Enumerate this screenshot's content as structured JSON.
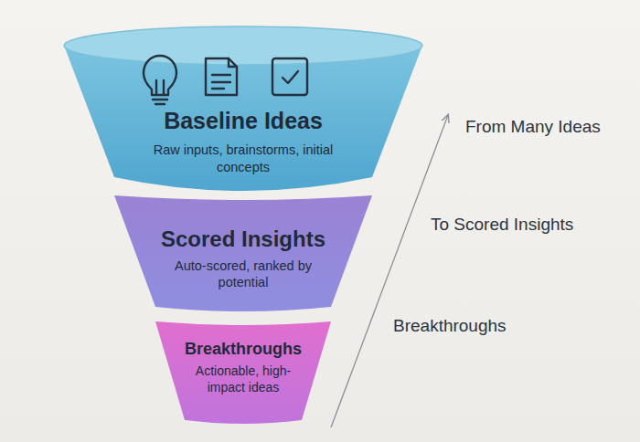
{
  "diagram": {
    "nodes": [
      {
        "text": [
          "Baseline Ideas",
          "Raw inputs, brainstorms, initial concepts"
        ]
      },
      {
        "text": [
          "Scored Insights",
          "Auto-scored, ranked by potential"
        ]
      },
      {
        "text": [
          "Breakthroughs",
          "Actionable, high-impact ideas"
        ]
      }
    ],
    "labels": [
      "From Many Ideas",
      "To Scored Insights",
      "Breakthroughs"
    ]
  }
}
